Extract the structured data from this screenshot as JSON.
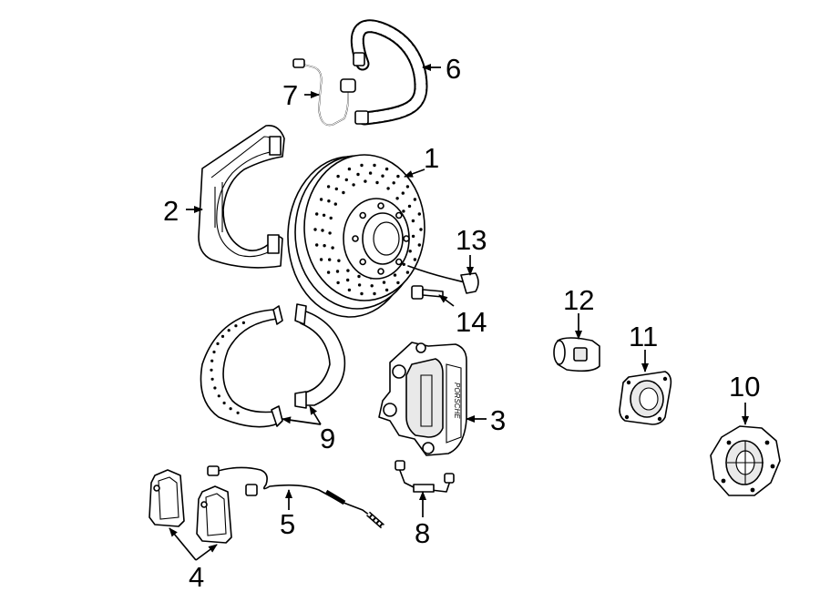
{
  "callouts": {
    "c1": "1",
    "c2": "2",
    "c3": "3",
    "c4": "4",
    "c5": "5",
    "c6": "6",
    "c7": "7",
    "c8": "8",
    "c9": "9",
    "c10": "10",
    "c11": "11",
    "c12": "12",
    "c13": "13",
    "c14": "14"
  },
  "caliper_lettering": "PORSCHE"
}
